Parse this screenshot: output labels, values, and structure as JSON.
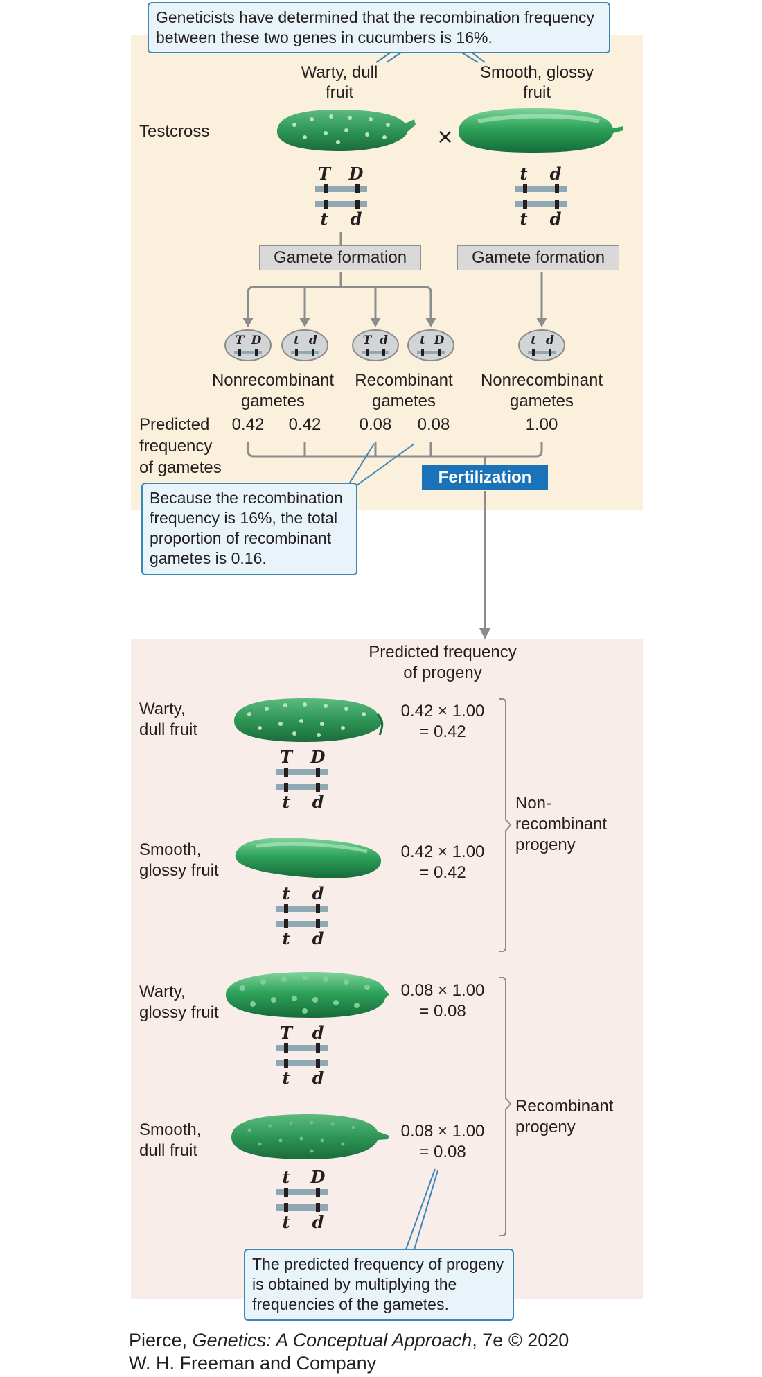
{
  "callouts": {
    "top": [
      "Geneticists have determined that the recombination frequency",
      "between these two genes in cucumbers is 16%."
    ],
    "middle": [
      "Because the recombination",
      "frequency is 16%, the total",
      "proportion of recombinant",
      "gametes is 0.16."
    ],
    "bottom": [
      "The predicted frequency of progeny",
      "is obtained by multiplying the",
      "frequencies of the gametes."
    ]
  },
  "testcross": {
    "label": "Testcross",
    "cross_symbol": "×",
    "parent_left": {
      "lines": [
        "Warty, dull",
        "fruit"
      ],
      "top_alleles": [
        "T",
        "D"
      ],
      "bottom_alleles": [
        "t",
        "d"
      ]
    },
    "parent_right": {
      "lines": [
        "Smooth, glossy",
        "fruit"
      ],
      "top_alleles": [
        "t",
        "d"
      ],
      "bottom_alleles": [
        "t",
        "d"
      ]
    }
  },
  "gamete_formation_label": "Gamete formation",
  "gametes": [
    {
      "alleles": [
        "T",
        "D"
      ],
      "freq": "0.42"
    },
    {
      "alleles": [
        "t",
        "d"
      ],
      "freq": "0.42"
    },
    {
      "alleles": [
        "T",
        "d"
      ],
      "freq": "0.08"
    },
    {
      "alleles": [
        "t",
        "D"
      ],
      "freq": "0.08"
    },
    {
      "alleles": [
        "t",
        "d"
      ],
      "freq": "1.00"
    }
  ],
  "gamete_groups": {
    "left_nonrecombinant": [
      "Nonrecombinant",
      "gametes"
    ],
    "recombinant": [
      "Recombinant",
      "gametes"
    ],
    "right_nonrecombinant": [
      "Nonrecombinant",
      "gametes"
    ]
  },
  "predicted_gametes_label": [
    "Predicted",
    "frequency",
    "of gametes"
  ],
  "fertilization_label": "Fertilization",
  "progeny_header": [
    "Predicted frequency",
    "of progeny"
  ],
  "progeny": [
    {
      "label": [
        "Warty,",
        "dull fruit"
      ],
      "top_alleles": [
        "T",
        "D"
      ],
      "bottom_alleles": [
        "t",
        "d"
      ],
      "calc": "0.42 × 1.00",
      "result": "= 0.42"
    },
    {
      "label": [
        "Smooth,",
        "glossy fruit"
      ],
      "top_alleles": [
        "t",
        "d"
      ],
      "bottom_alleles": [
        "t",
        "d"
      ],
      "calc": "0.42 × 1.00",
      "result": "= 0.42"
    },
    {
      "label": [
        "Warty,",
        "glossy fruit"
      ],
      "top_alleles": [
        "T",
        "d"
      ],
      "bottom_alleles": [
        "t",
        "d"
      ],
      "calc": "0.08 × 1.00",
      "result": "= 0.08"
    },
    {
      "label": [
        "Smooth,",
        "dull fruit"
      ],
      "top_alleles": [
        "t",
        "D"
      ],
      "bottom_alleles": [
        "t",
        "d"
      ],
      "calc": "0.08 × 1.00",
      "result": "= 0.08"
    }
  ],
  "progeny_groups": {
    "nonrecombinant": [
      "Non-",
      "recombinant",
      "progeny"
    ],
    "recombinant": [
      "Recombinant",
      "progeny"
    ]
  },
  "credit": {
    "prefix": "Pierce, ",
    "book": "Genetics: A Conceptual Approach",
    "suffix": ", 7e © 2020",
    "line2": "W. H. Freeman and Company"
  },
  "colors": {
    "top_panel": "#fbf0dc",
    "bottom_panel": "#f8ede8",
    "callout_border": "#3b86b8",
    "callout_fill": "#e8f4fa",
    "fertilization": "#1a73b8",
    "chromosome": "#8fa8b4",
    "arrow": "#8a8c8e",
    "cucumber": "#2f9a5c"
  }
}
